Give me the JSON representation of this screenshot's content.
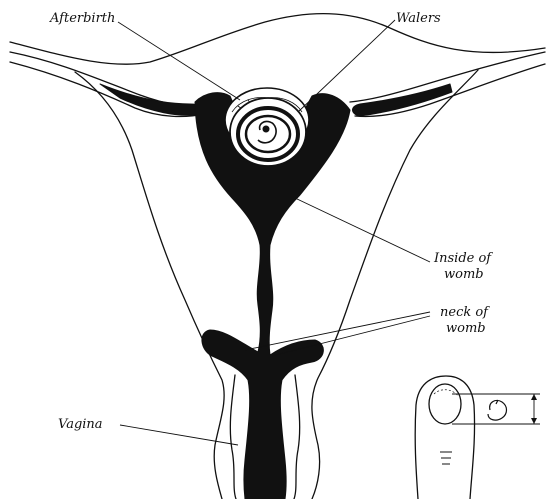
{
  "labels": {
    "afterbirth": "Afterbirth",
    "waters": "Walers",
    "inside_of_womb_line1": "Inside of",
    "inside_of_womb_line2": "womb",
    "neck_of_womb_line1": "neck of",
    "neck_of_womb_line2": "womb",
    "vagina": "Vagina"
  },
  "colors": {
    "ink": "#111111",
    "paper": "#ffffff"
  }
}
